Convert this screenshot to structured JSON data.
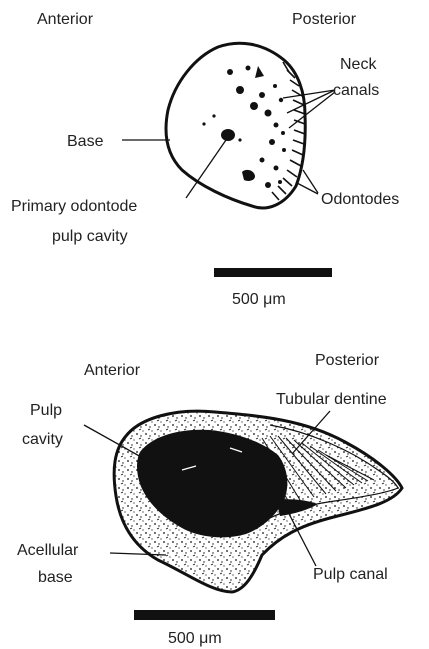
{
  "top_panel": {
    "anterior": "Anterior",
    "posterior": "Posterior",
    "neck_canals_line1": "Neck",
    "neck_canals_line2": "canals",
    "base": "Base",
    "odontodes": "Odontodes",
    "primary_odontode_line1": "Primary odontode",
    "primary_odontode_line2": "pulp cavity",
    "scale_bar": "500 μm"
  },
  "bottom_panel": {
    "anterior": "Anterior",
    "posterior": "Posterior",
    "pulp_cavity_line1": "Pulp",
    "pulp_cavity_line2": "cavity",
    "tubular_dentine": "Tubular dentine",
    "acellular_base_line1": "Acellular",
    "acellular_base_line2": "base",
    "pulp_canal": "Pulp canal",
    "scale_bar": "500 μm"
  },
  "colors": {
    "ink": "#111111",
    "text": "#222222",
    "background": "#ffffff"
  }
}
